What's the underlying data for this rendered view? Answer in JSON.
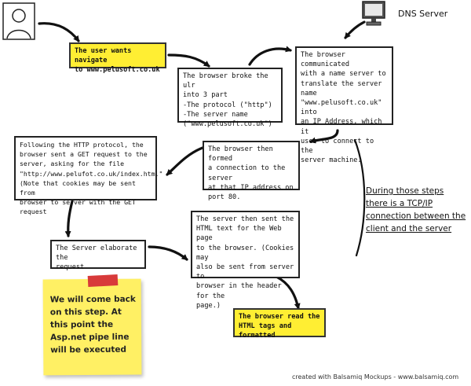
{
  "dns_label": "DNS Server",
  "user_icon": "user-avatar-icon",
  "server_icon": "computer-monitor-icon",
  "boxes": {
    "step1": "The user wants navigate\nto www.pelusoft.co.uk",
    "step2": "The browser broke the ulr\ninto 3 part\n-The protocol (\"http\")\n-The server name\n(\"www.pelusoft.co.uk\")",
    "step3": "The browser communicated\nwith a name server to\ntranslate the server name\n\"www.pelusoft.co.uk\" into\nan IP Address, which it\nuses to connect to the\nserver machine.",
    "step4": "The browser then formed\na connection to the server\nat that IP address on\nport 80.",
    "step5": "Following the HTTP protocol, the\nbrowser sent a GET request to the\nserver, asking for the file\n\"http://www.pelufot.co.uk/index.htm.\"\n(Note that cookies may be sent from\nbrowser to server with the GET request",
    "step6": "The Server elaborate the\nrequest",
    "step7": "The server then sent the\nHTML text for the Web page\nto the browser. (Cookies may\nalso be sent from server to\nbrowser in the header for the\npage.)",
    "step8": "The browser read the\nHTML tags and formatted"
  },
  "sticky_note": "We will come back on this step. At this point the Asp.net pipe line will be executed",
  "side_note": {
    "line1": "During those steps",
    "line2": "there is a TCP/IP",
    "line3": "connection between the",
    "line4": "client and the server"
  },
  "footer": "created with Balsamiq Mockups - www.balsamiq.com",
  "colors": {
    "note_yellow": "#ffee33",
    "sticky_yellow": "#fff064",
    "tape_red": "#d83a3a"
  }
}
